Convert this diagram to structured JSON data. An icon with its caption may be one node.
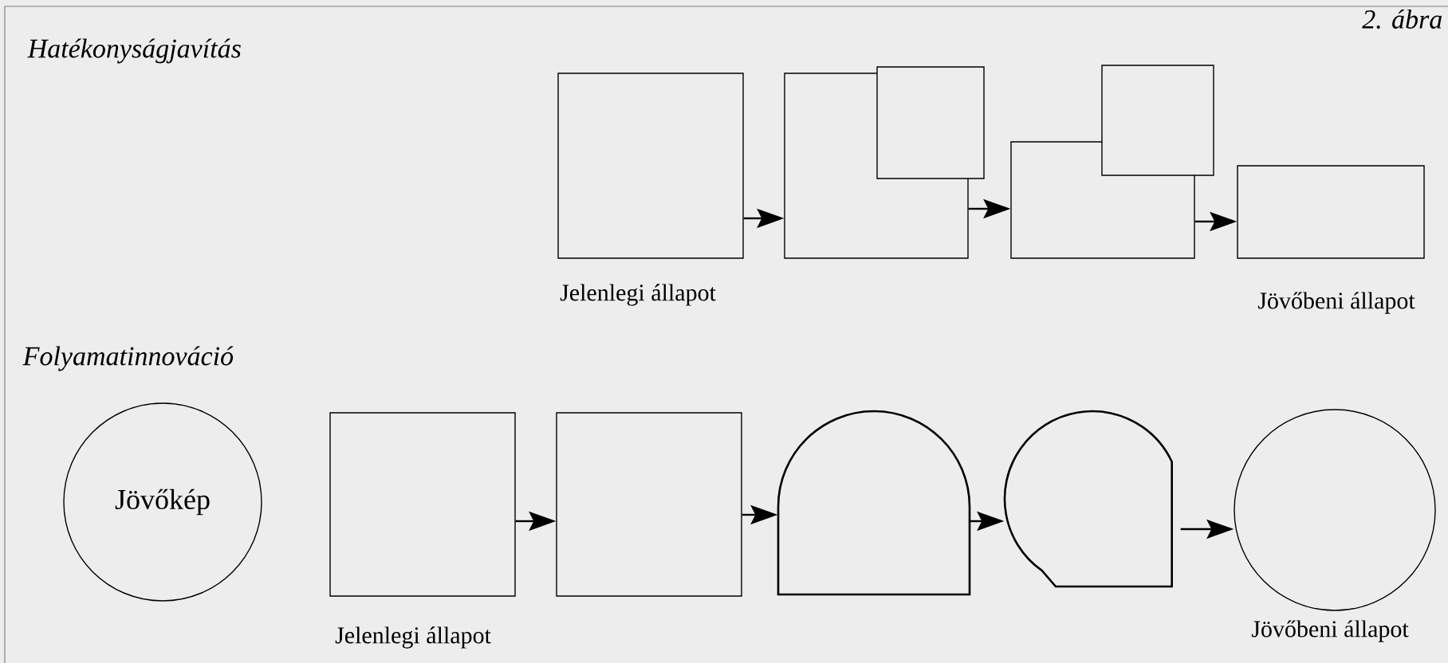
{
  "diagram": {
    "nodes": [
      {
        "text": [],
        "shape": "box",
        "beside": [
          "Jelenlegi állapot"
        ]
      },
      {
        "text": [],
        "shape": "boxes"
      },
      {
        "text": [],
        "shape": "boxes"
      },
      {
        "text": [],
        "shape": "box",
        "beside": [
          "Jövőbeni állapot"
        ]
      },
      {
        "text": [
          "Jövőkép"
        ]
      },
      {
        "text": [],
        "shape": "box",
        "beside": [
          "Jelenlegi állapot"
        ]
      },
      {
        "text": [],
        "shape": "box"
      },
      {
        "text": [],
        "shape": "arch"
      },
      {
        "text": [],
        "shape": "drop"
      },
      {
        "text": [],
        "shape": "circle",
        "beside": [
          "Jövőbeni állapot"
        ]
      }
    ],
    "edges": [
      {
        "from": 0,
        "to": 1,
        "arrow": "to"
      },
      {
        "from": 1,
        "to": 2,
        "arrow": "to"
      },
      {
        "from": 2,
        "to": 3,
        "arrow": "to"
      },
      {
        "from": 5,
        "to": 6,
        "arrow": "to"
      },
      {
        "from": 6,
        "to": 7,
        "arrow": "to"
      },
      {
        "from": 7,
        "to": 8,
        "arrow": "to"
      },
      {
        "from": 8,
        "to": 9,
        "arrow": "to"
      }
    ],
    "labels": [
      "2. ábra",
      "Hatékonyságjavítás",
      "Folyamatinnováció"
    ]
  }
}
